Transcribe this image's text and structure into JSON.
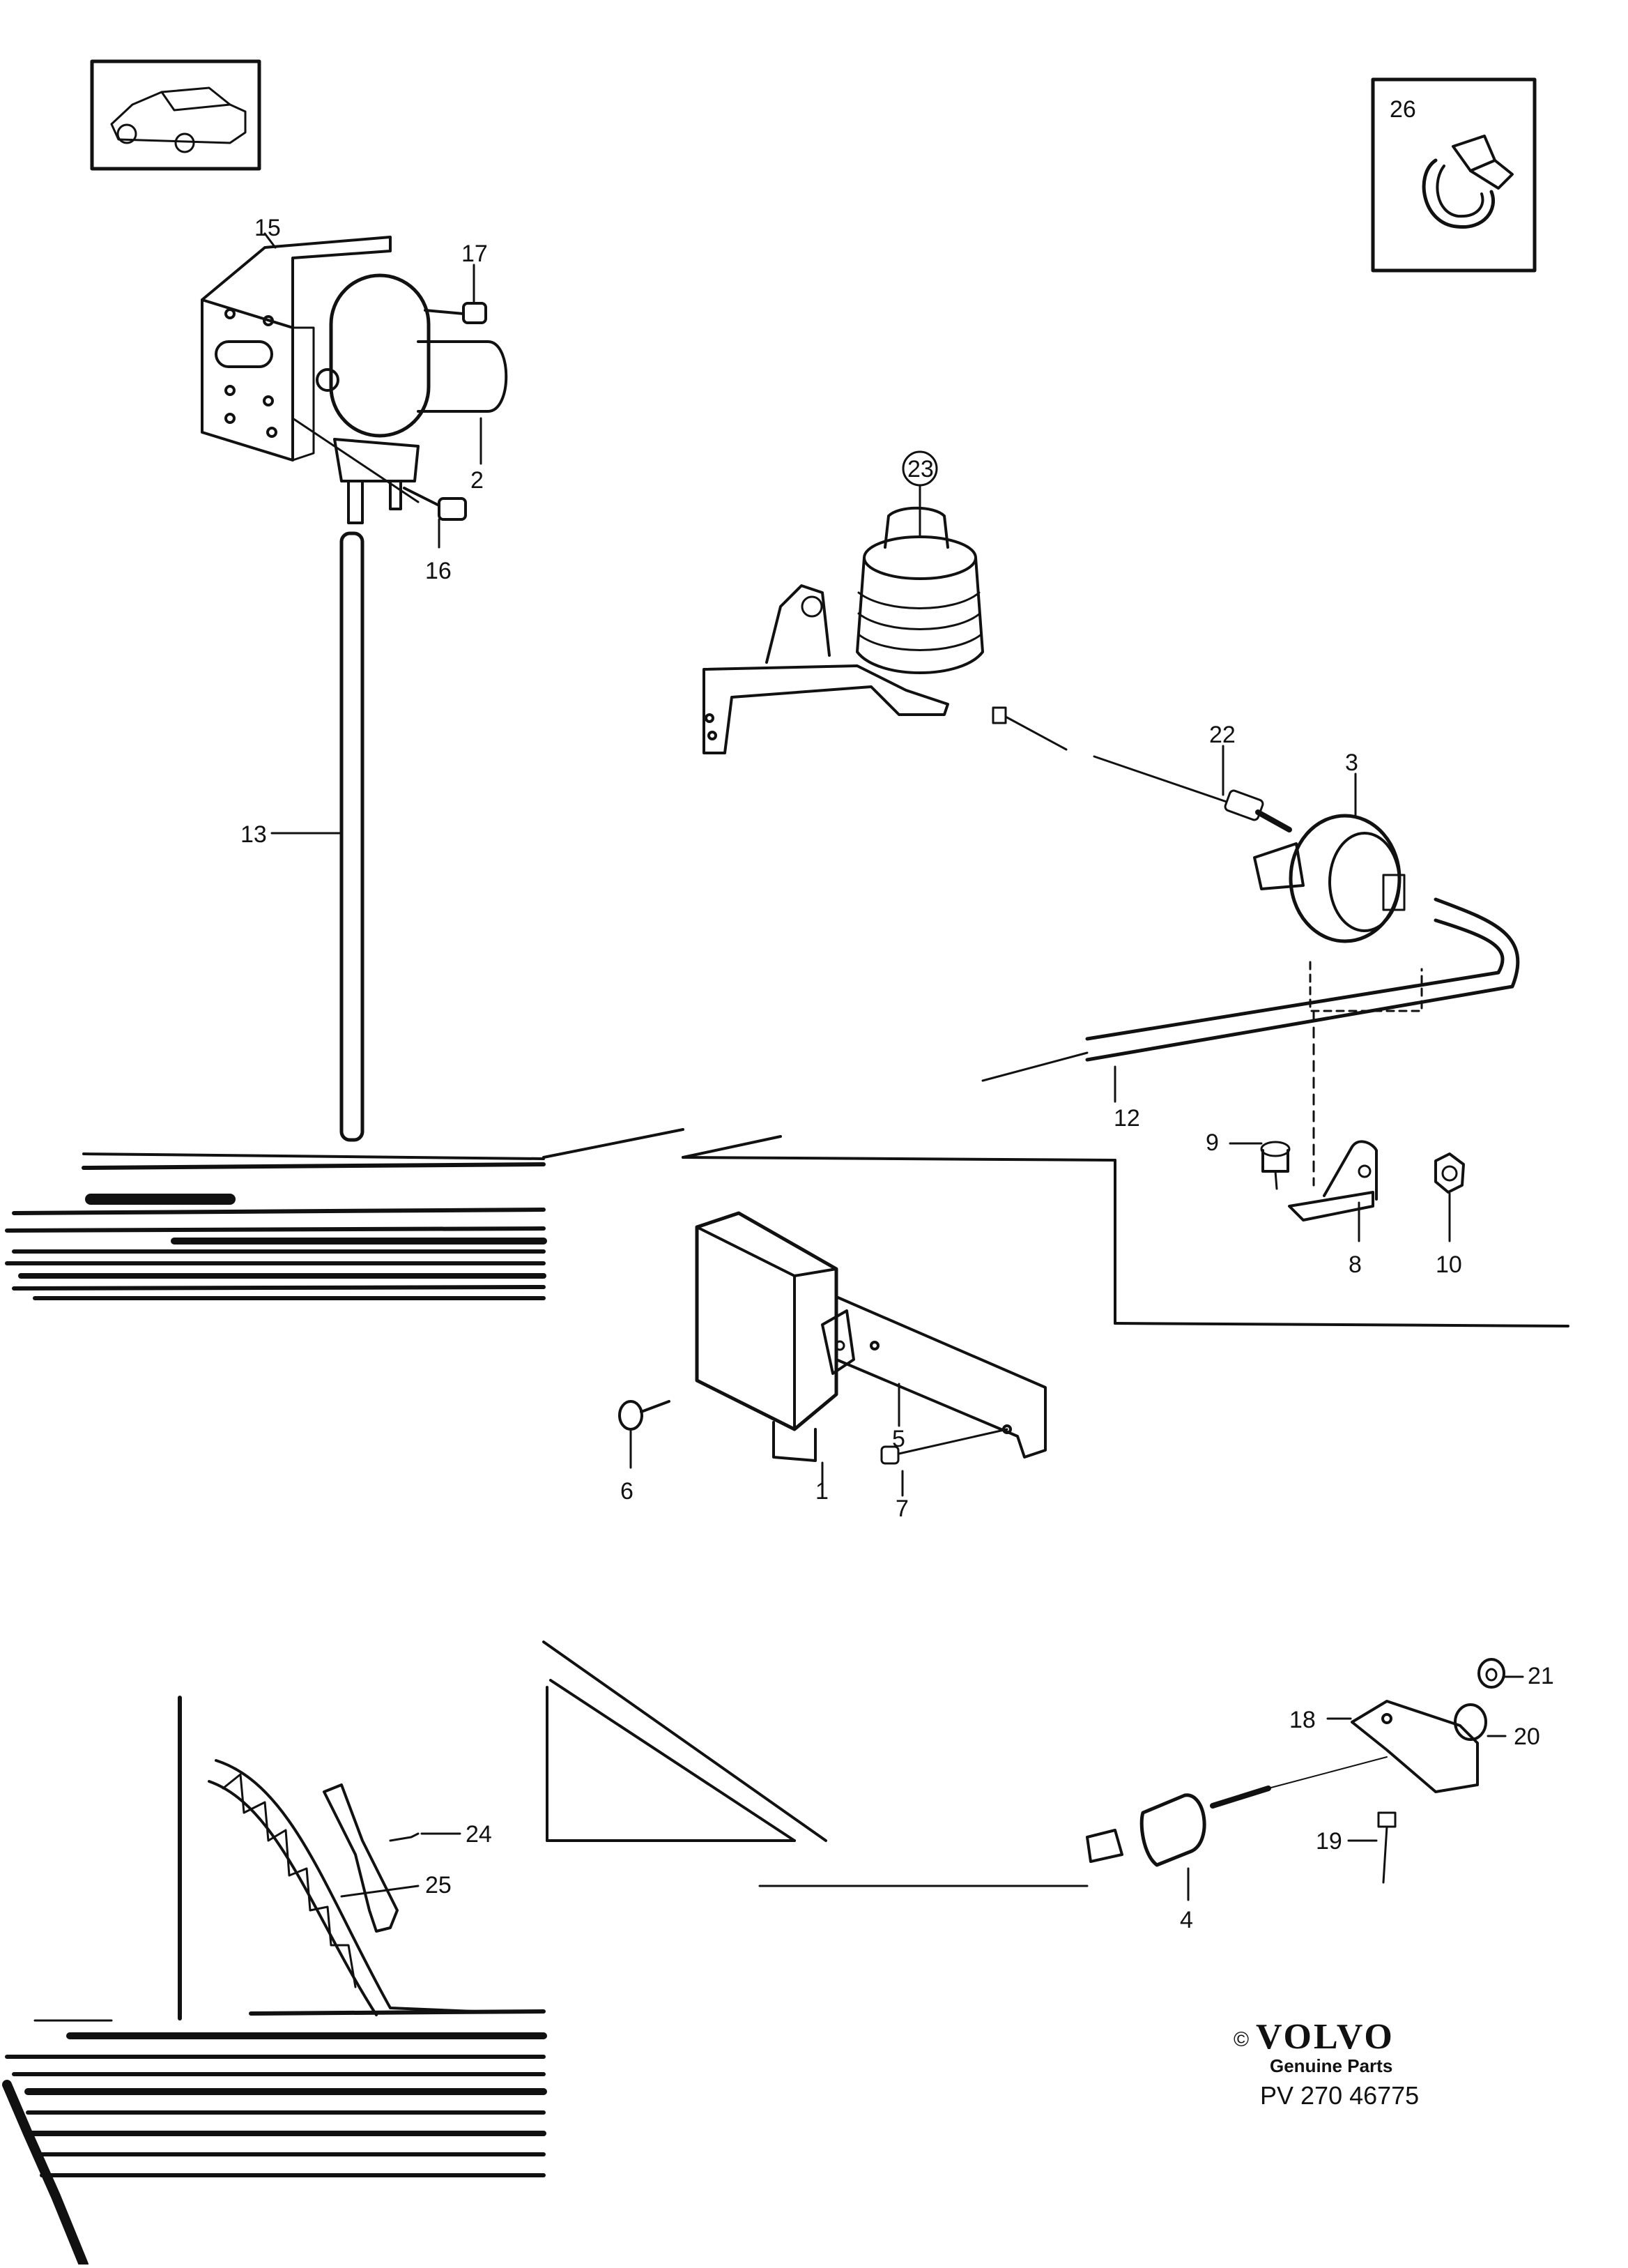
{
  "labels": {
    "n1": "1",
    "n2": "2",
    "n3": "3",
    "n4": "4",
    "n5": "5",
    "n6": "6",
    "n7": "7",
    "n8": "8",
    "n9": "9",
    "n10": "10",
    "n12": "12",
    "n13": "13",
    "n15": "15",
    "n16": "16",
    "n17": "17",
    "n18": "18",
    "n19": "19",
    "n20": "20",
    "n21": "21",
    "n22": "22",
    "n23": "23",
    "n24": "24",
    "n25": "25",
    "n26": "26"
  },
  "brand": {
    "copyright": "©",
    "name": "VOLVO",
    "line": "Genuine Parts",
    "code": "PV 270 46775"
  },
  "colors": {
    "ink": "#111111",
    "paper": "#ffffff"
  }
}
